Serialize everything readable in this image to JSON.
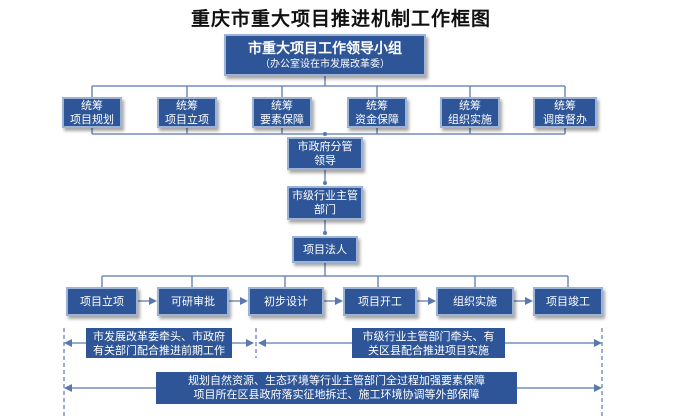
{
  "title": "重庆市重大项目推进机制工作框图",
  "leader": {
    "line1": "市重大项目工作领导小组",
    "line2": "（办公室设在市发展改革委）"
  },
  "tasks": [
    {
      "line1": "统筹",
      "line2": "项目规划"
    },
    {
      "line1": "统筹",
      "line2": "项目立项"
    },
    {
      "line1": "统筹",
      "line2": "要素保障"
    },
    {
      "line1": "统筹",
      "line2": "资金保障"
    },
    {
      "line1": "统筹",
      "line2": "组织实施"
    },
    {
      "line1": "统筹",
      "line2": "调度督办"
    }
  ],
  "chain": [
    {
      "line1": "市政府分管",
      "line2": "领导"
    },
    {
      "line1": "市级行业主管",
      "line2": "部门"
    },
    {
      "line1": "项目法人",
      "line2": ""
    }
  ],
  "stages": [
    "项目立项",
    "可研审批",
    "初步设计",
    "项目开工",
    "组织实施",
    "项目竣工"
  ],
  "notes": {
    "left": {
      "line1": "市发展改革委牵头、市政府",
      "line2": "有关部门配合推进前期工作"
    },
    "right": {
      "line1": "市级行业主管部门牵头、有",
      "line2": "关区县配合推进项目实施"
    },
    "bottom": {
      "line1": "规划自然资源、生态环境等行业主管部门全过程加强要素保障",
      "line2": "项目所在区县政府落实征地拆迁、施工环境协调等外部保障"
    }
  }
}
